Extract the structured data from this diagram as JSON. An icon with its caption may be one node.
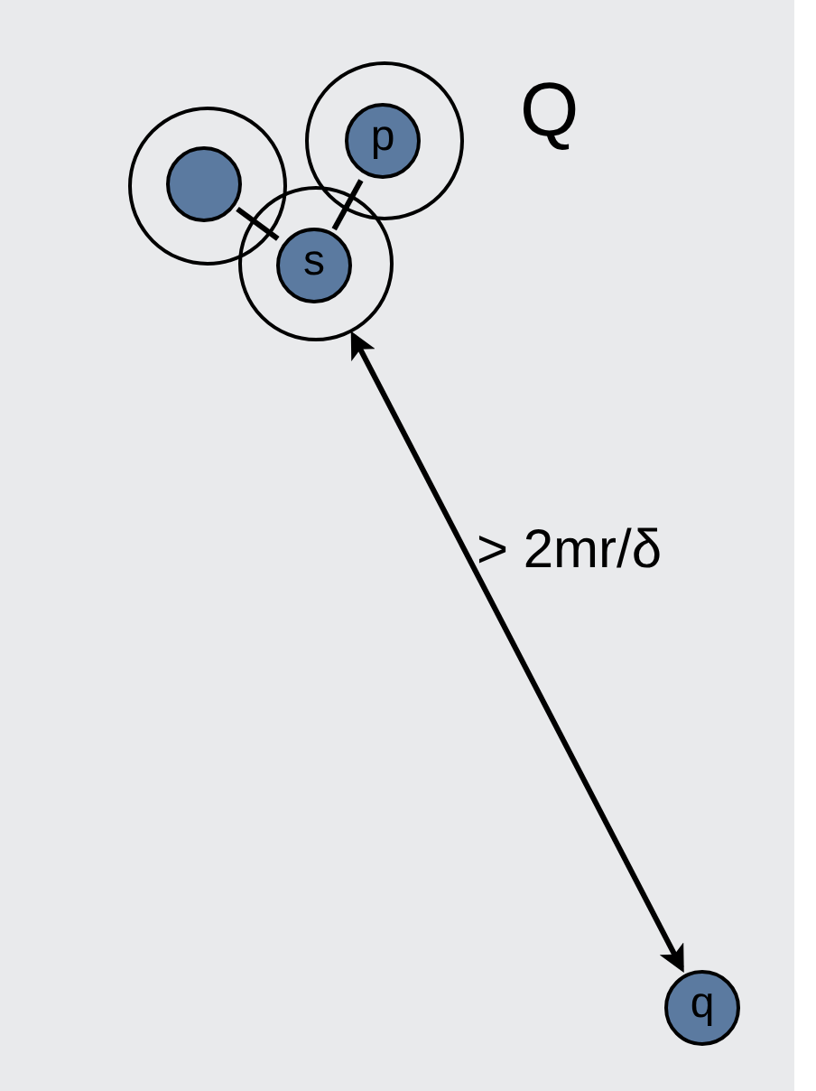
{
  "diagram": {
    "nodes": [
      {
        "text": [],
        "shape": "circle"
      },
      {
        "text": [],
        "shape": "circle",
        "in": 0
      },
      {
        "text": [],
        "shape": "circle"
      },
      {
        "text": [
          "s"
        ],
        "in": 2
      },
      {
        "text": [],
        "shape": "circle"
      },
      {
        "text": [
          "p"
        ],
        "in": 4
      },
      {
        "text": [
          "q"
        ]
      }
    ],
    "edges": [
      {
        "from": 1,
        "to": 3,
        "arrow": "none"
      },
      {
        "from": 3,
        "to": 5,
        "arrow": "none"
      },
      {
        "from": 2,
        "to": 6,
        "arrow": "both",
        "label": "> 2mr/δ"
      }
    ],
    "labels": [
      "Q"
    ]
  }
}
